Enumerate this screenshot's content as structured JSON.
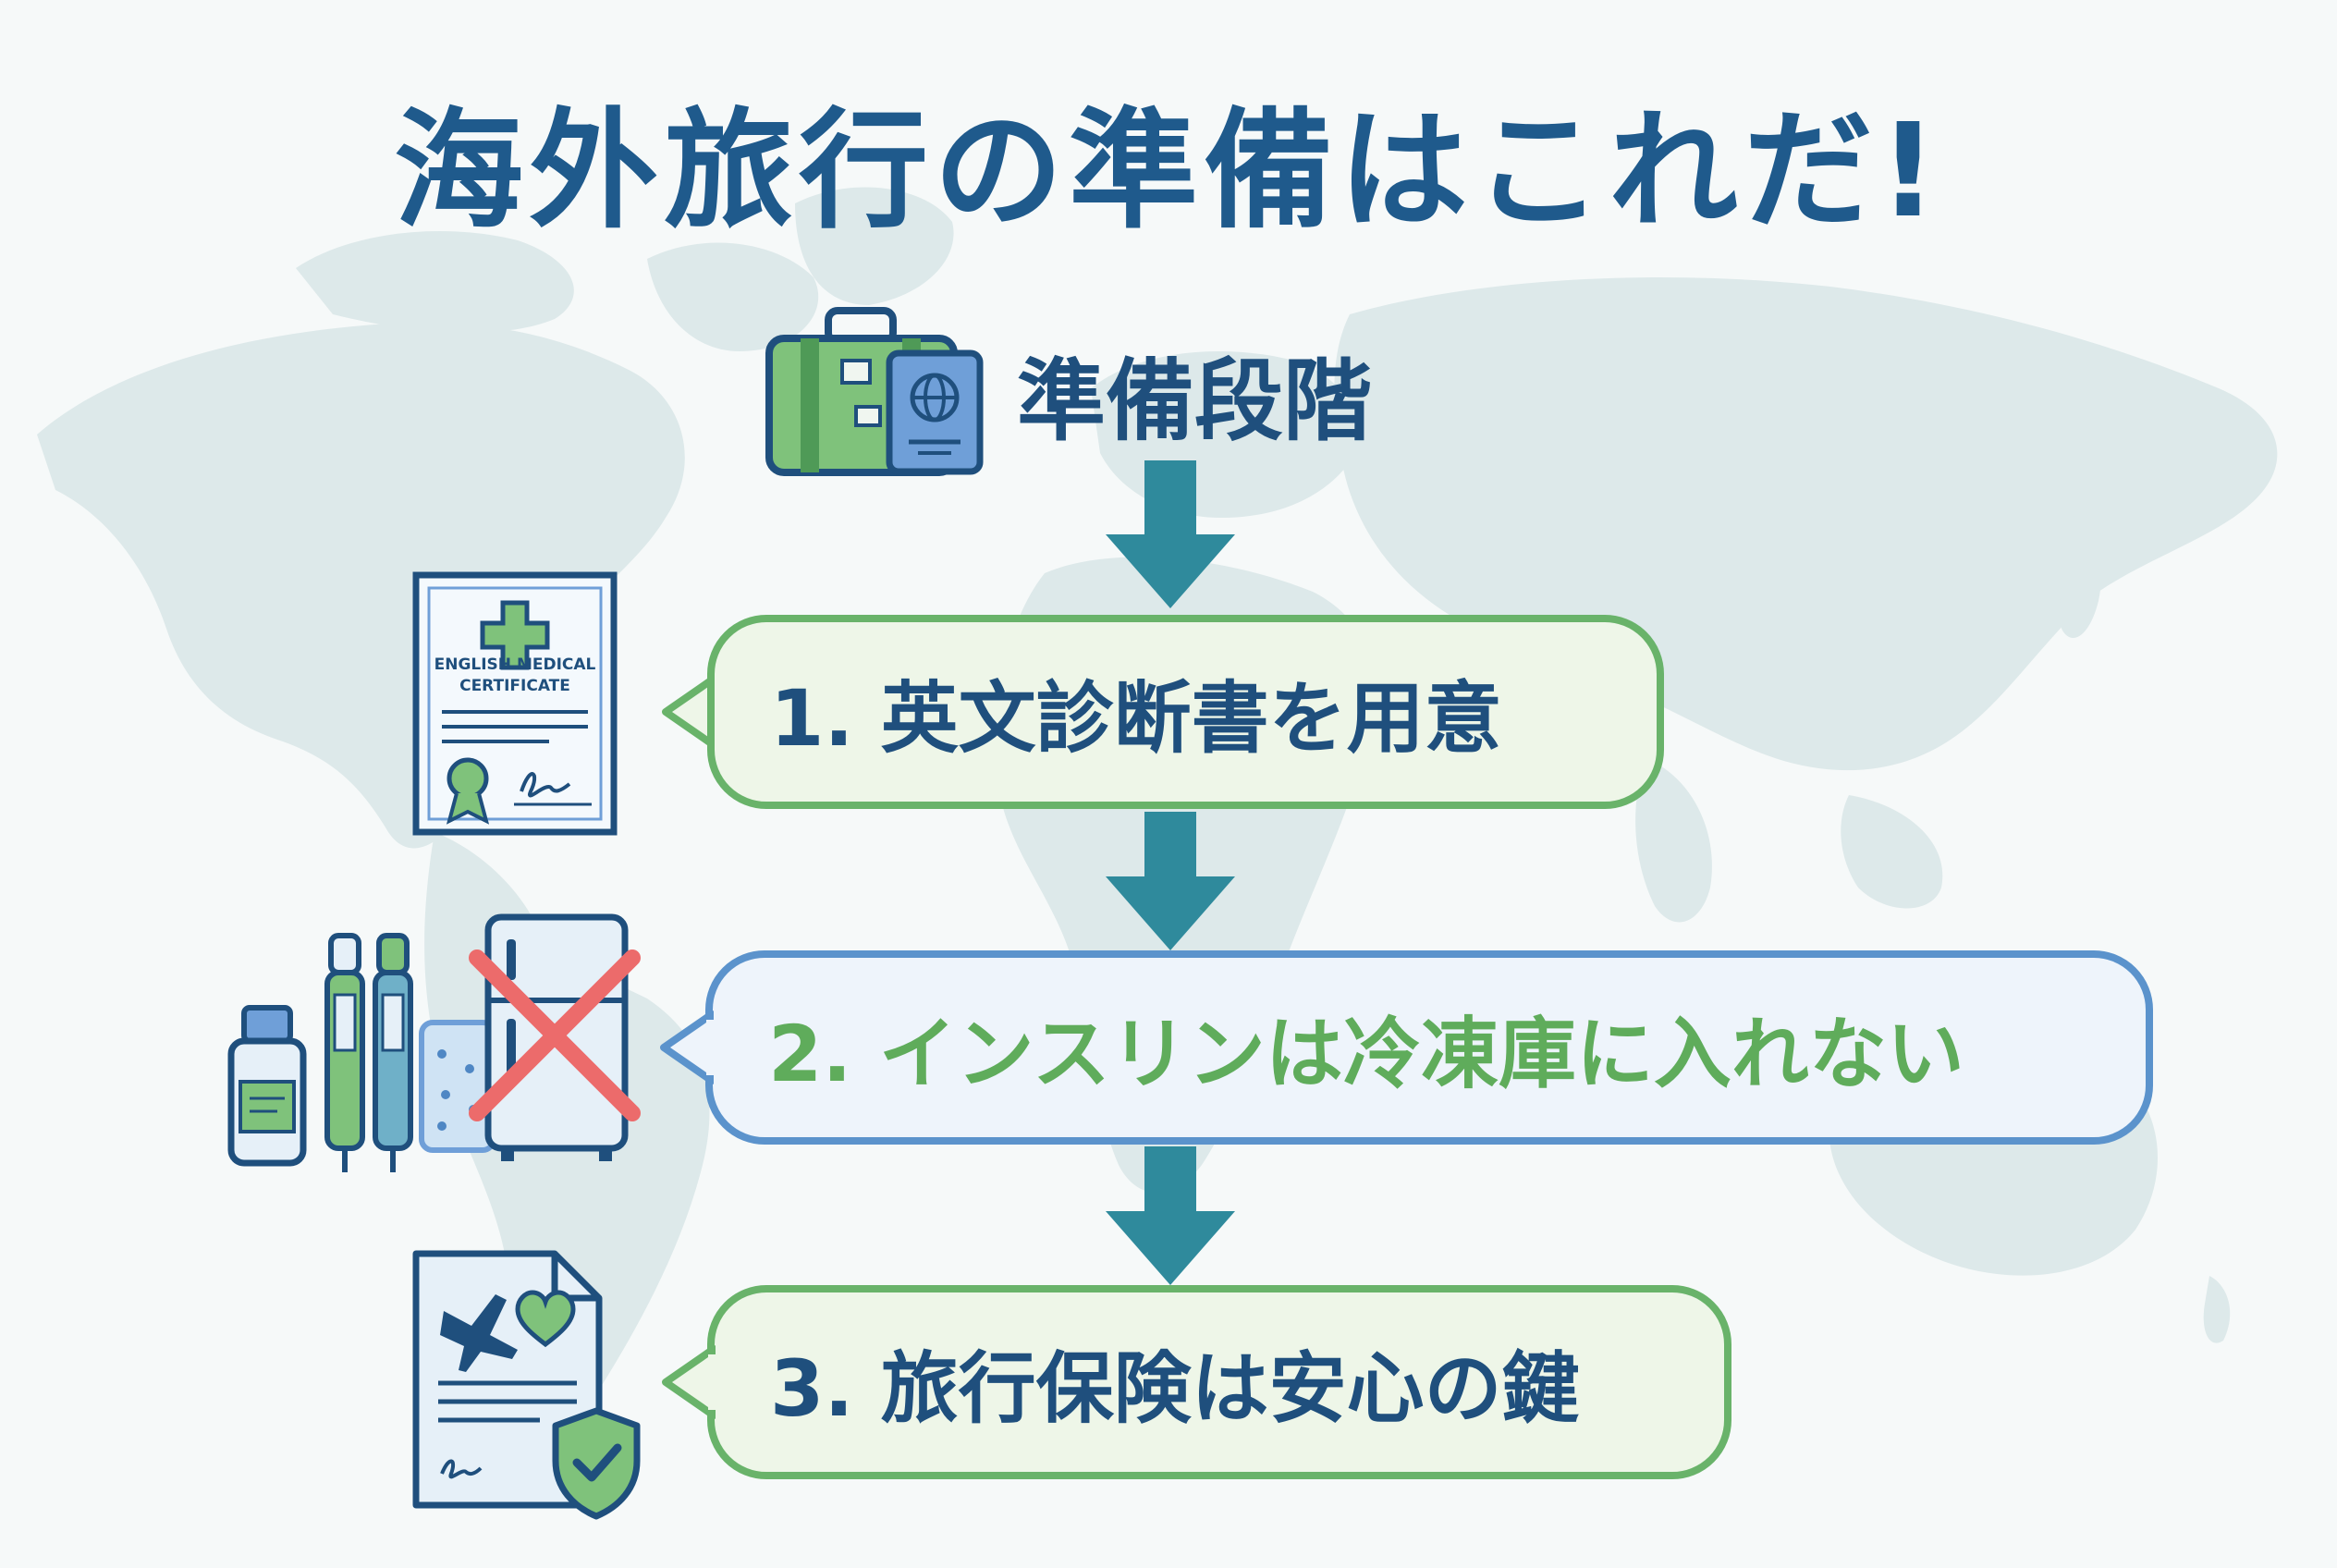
{
  "title": "海外旅行の準備はこれだ!",
  "stage_label": "準備段階",
  "steps": [
    {
      "label": "1. 英文診断書を用意"
    },
    {
      "label": "2. インスリンは冷凍庫に入れない"
    },
    {
      "label": "3. 旅行保険は安心の鍵"
    }
  ],
  "certificate": {
    "line1": "ENGLISH MEDICAL",
    "line2": "CERTIFICATE"
  },
  "colors": {
    "title": "#1f5a8c",
    "arrow": "#2f8a9c",
    "green_border": "#69b36a",
    "blue_border": "#5b93cc",
    "cross": "#ec6b6b",
    "map": "#dde9ea"
  },
  "icons": [
    "suitcase-icon",
    "passport-icon",
    "medical-certificate-icon",
    "insulin-vial-icon",
    "insulin-pen-icon",
    "cold-pack-icon",
    "refrigerator-icon",
    "cross-mark-icon",
    "travel-insurance-document-icon",
    "shield-check-icon"
  ]
}
